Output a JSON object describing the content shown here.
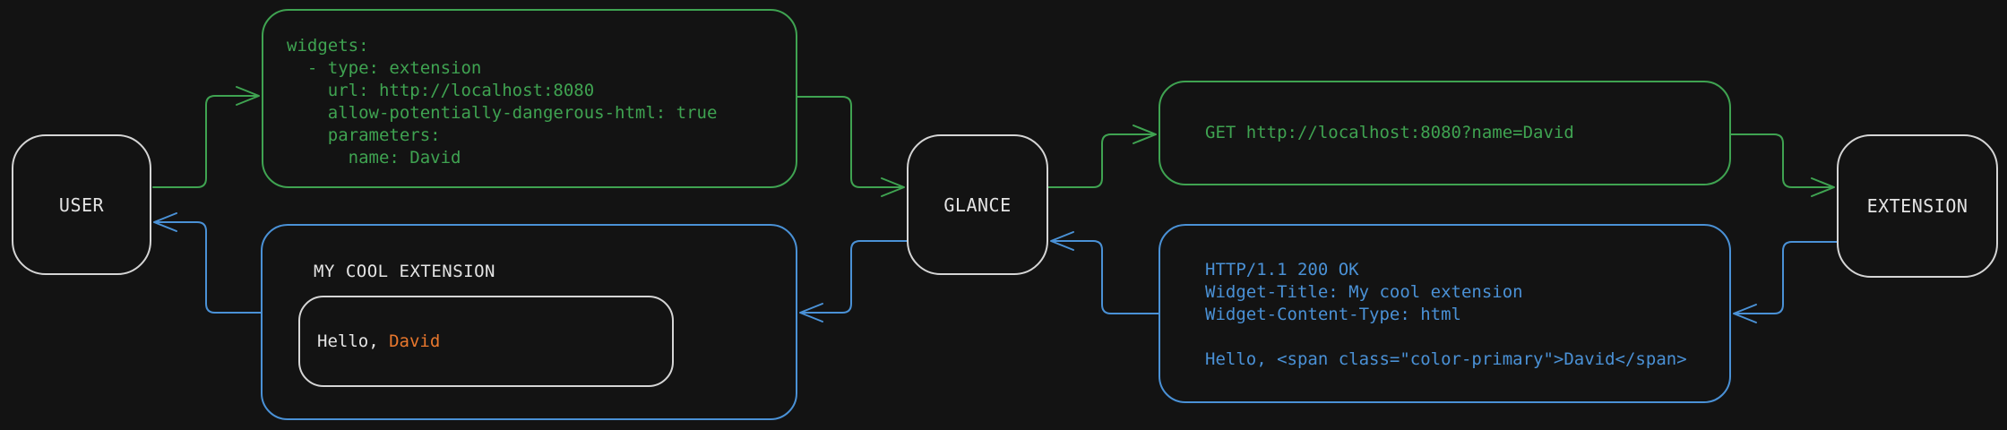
{
  "colors": {
    "background": "#131313",
    "green": "#3fa351",
    "blue": "#4a91d6",
    "orange": "#e8772d",
    "node_border": "#d5d5d5",
    "text_light": "#e4e4e4"
  },
  "nodes": {
    "user": {
      "label": "USER"
    },
    "glance": {
      "label": "GLANCE"
    },
    "extension": {
      "label": "EXTENSION"
    }
  },
  "config_box": {
    "lines": [
      "widgets:",
      "  - type: extension",
      "    url: http://localhost:8080",
      "    allow-potentially-dangerous-html: true",
      "    parameters:",
      "      name: David"
    ]
  },
  "request_box": {
    "line": "GET http://localhost:8080?name=David"
  },
  "response_box": {
    "lines": [
      "HTTP/1.1 200 OK",
      "Widget-Title: My cool extension",
      "Widget-Content-Type: html",
      "",
      "Hello, <span class=\"color-primary\">David</span>"
    ]
  },
  "widget_box": {
    "title": "MY COOL EXTENSION",
    "greeting_prefix": "Hello, ",
    "greeting_name": "David"
  },
  "arrows": [
    {
      "name": "user-to-config",
      "color": "green"
    },
    {
      "name": "config-to-glance",
      "color": "green"
    },
    {
      "name": "glance-to-request",
      "color": "green"
    },
    {
      "name": "request-to-extension",
      "color": "green"
    },
    {
      "name": "extension-to-response",
      "color": "blue"
    },
    {
      "name": "response-to-glance",
      "color": "blue"
    },
    {
      "name": "glance-to-widget",
      "color": "blue"
    },
    {
      "name": "widget-to-user",
      "color": "blue"
    }
  ]
}
